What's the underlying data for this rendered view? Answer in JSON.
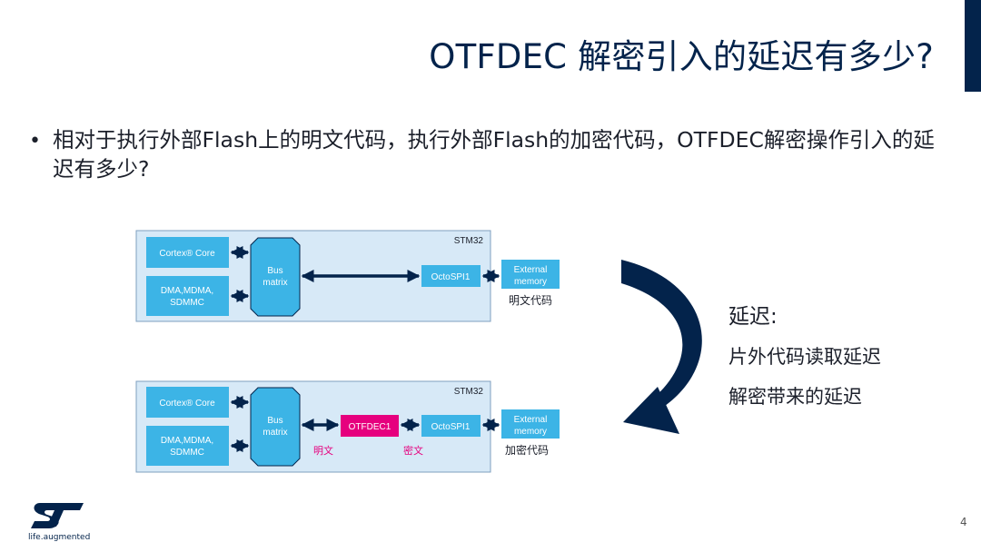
{
  "slide": {
    "title": "OTFDEC 解密引入的延迟有多少?",
    "bullet_marker": "•",
    "bullet_text": "相对于执行外部Flash上的明文代码，执行外部Flash的加密代码，OTFDEC解密操作引入的延迟有多少?",
    "page_number": "4"
  },
  "diagram_top": {
    "chip_label": "STM32",
    "cortex_label": "Cortex® Core",
    "dma_line1": "DMA,MDMA,",
    "dma_line2": "SDMMC",
    "bus_line1": "Bus",
    "bus_line2": "matrix",
    "octospi_label": "OctoSPI1",
    "ext_line1": "External",
    "ext_line2": "memory",
    "caption": "明文代码"
  },
  "diagram_bottom": {
    "chip_label": "STM32",
    "cortex_label": "Cortex® Core",
    "dma_line1": "DMA,MDMA,",
    "dma_line2": "SDMMC",
    "bus_line1": "Bus",
    "bus_line2": "matrix",
    "otfdec_label": "OTFDEC1",
    "octospi_label": "OctoSPI1",
    "ext_line1": "External",
    "ext_line2": "memory",
    "plain_label": "明文",
    "cipher_label": "密文",
    "caption": "加密代码"
  },
  "latency": {
    "heading": "延迟:",
    "item1": "片外代码读取延迟",
    "item2": "解密带来的延迟"
  },
  "brand": {
    "tagline": "life.augmented"
  },
  "colors": {
    "navy": "#03234b",
    "block_blue": "#3cb4e6",
    "panel_fill": "#d7e9f7",
    "otfdec_magenta": "#e6007e"
  }
}
